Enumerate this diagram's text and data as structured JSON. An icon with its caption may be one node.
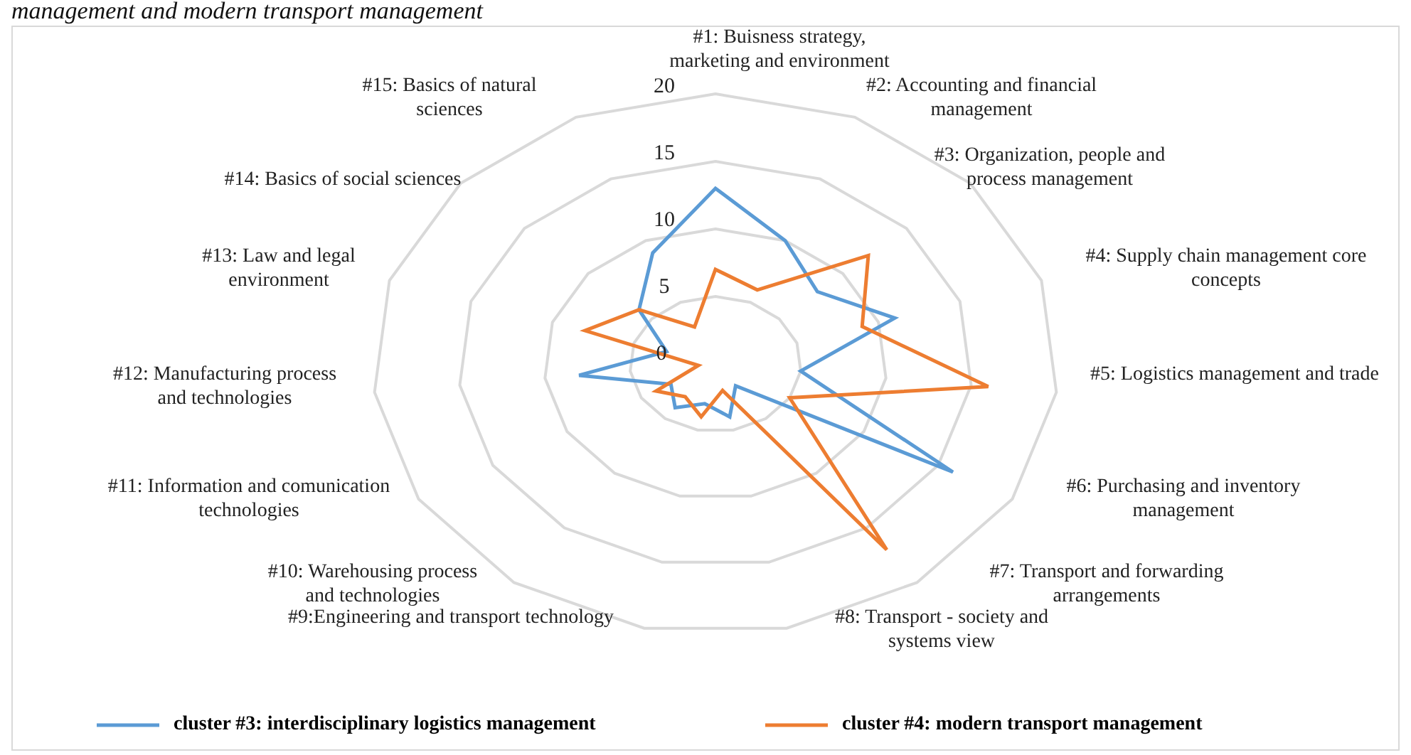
{
  "diagram": {
    "title": "management and modern transport management",
    "labels": [
      "#1: Buisness strategy, marketing and environment",
      "#2: Accounting and financial management",
      "#3: Organization, people and process management",
      "#4: Supply chain management core concepts",
      "#5: Logistics management and trade",
      "#6: Purchasing and inventory management",
      "#7: Transport and forwarding arrangements",
      "#8: Transport - society and systems view",
      "#9:Engineering and transport technology",
      "#10: Warehousing process and technologies",
      "#11: Information and comunication technologies",
      "#12: Manufacturing process and technologies",
      "#13: Law and legal environment",
      "#14: Basics of social sciences",
      "#15: Basics of natural sciences",
      "20",
      "15",
      "10",
      "5",
      "0"
    ],
    "legend": [
      {
        "text": "cluster #3: interdisciplinary logistics management"
      },
      {
        "text": "cluster #4: modern transport management"
      }
    ]
  }
}
